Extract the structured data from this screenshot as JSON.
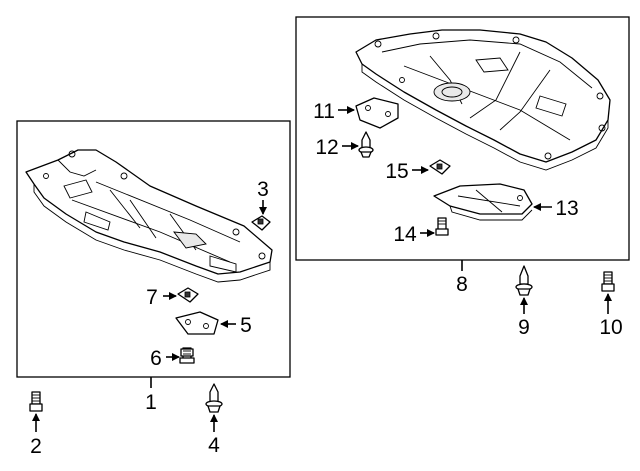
{
  "callouts": {
    "c1": "1",
    "c2": "2",
    "c3": "3",
    "c4": "4",
    "c5": "5",
    "c6": "6",
    "c7": "7",
    "c8": "8",
    "c9": "9",
    "c10": "10",
    "c11": "11",
    "c12": "12",
    "c13": "13",
    "c14": "14",
    "c15": "15"
  },
  "icons": {
    "arrow": "arrow-icon",
    "bolt": "bolt-icon",
    "clip": "push-clip-icon",
    "nut": "nut-icon"
  }
}
